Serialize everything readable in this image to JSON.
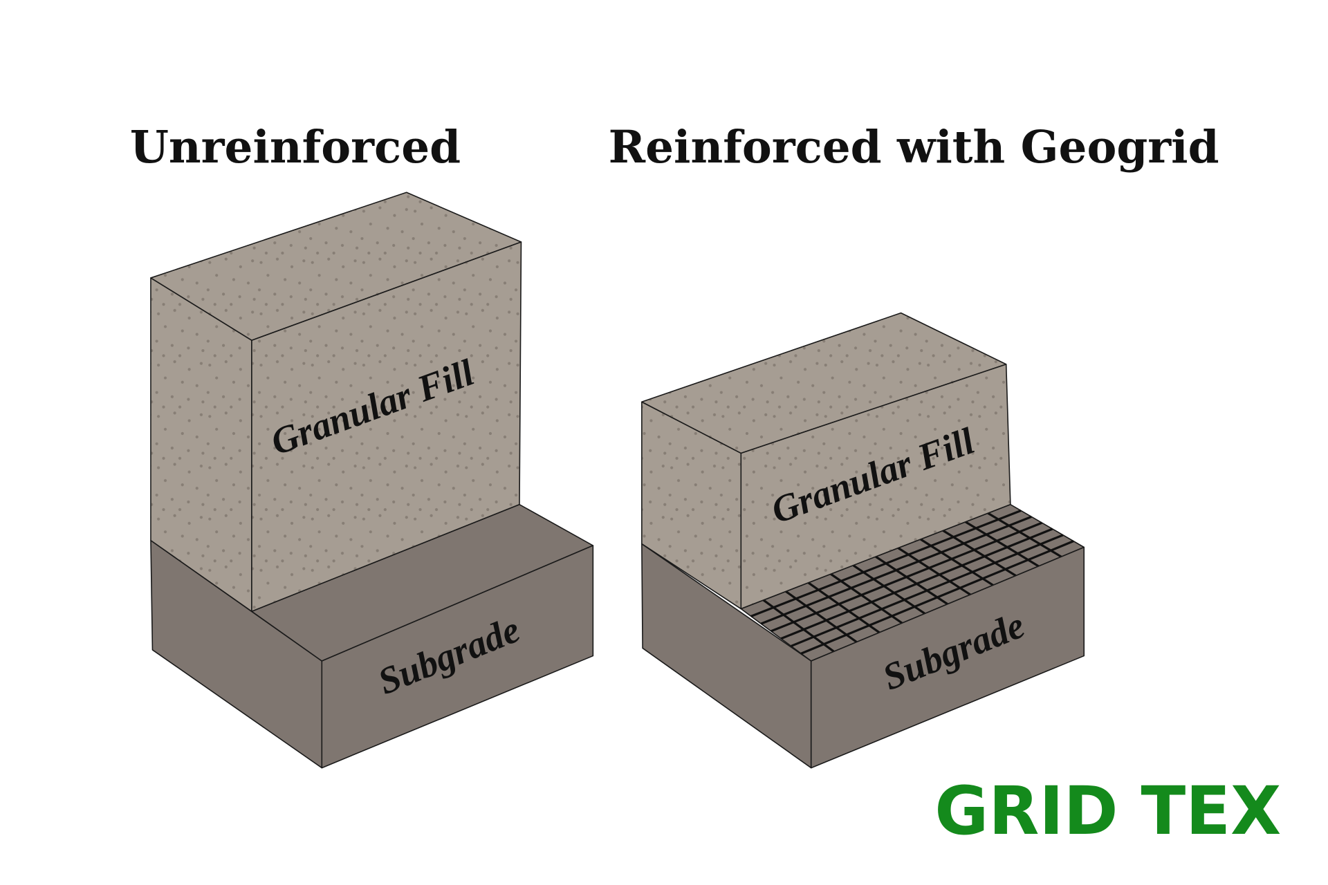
{
  "titles": {
    "left": "Unreinforced",
    "right": "Reinforced with Geogrid"
  },
  "left_diagram": {
    "fill_label": "Granular Fill",
    "subgrade_label": "Subgrade"
  },
  "right_diagram": {
    "fill_label": "Granular Fill",
    "subgrade_label": "Subgrade",
    "geogrid": {
      "long_lines": 6,
      "cross_lines": 11
    }
  },
  "brand": {
    "name": "GRID TEX",
    "color": "#148a1c"
  },
  "colors": {
    "fill": "#a69d93",
    "subgrade": "#7f7670",
    "dots": "#877e75",
    "grid": "#111111"
  }
}
